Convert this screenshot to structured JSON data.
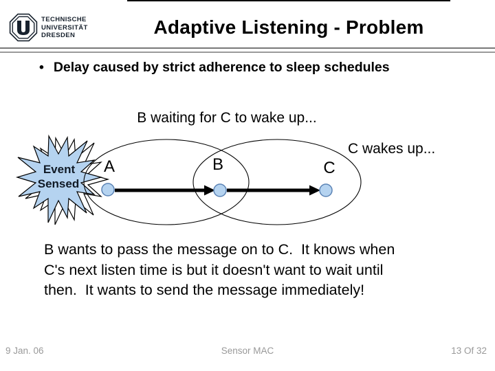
{
  "slide": {
    "logo": {
      "line1": "TECHNISCHE",
      "line2": "UNIVERSITÄT",
      "line3": "DRESDEN"
    },
    "title": "Adaptive Listening - Problem",
    "bullet": {
      "marker": "•",
      "text": "Delay caused by strict adherence to sleep schedules"
    },
    "captions": {
      "b_waiting": "B waiting for C to wake up...",
      "c_wakes": "C wakes up..."
    },
    "diagram": {
      "burst_line1": "Event",
      "burst_line2": "Sensed",
      "node_a_label": "A",
      "node_b_label": "B",
      "node_c_label": "C",
      "colors": {
        "node_fill": "#b5d3f0",
        "node_stroke": "#5b83b5",
        "burst_fill": "#b5d3f0",
        "burst_outline": "#000000",
        "burst_text": "#101a26",
        "ellipse_stroke": "#000000",
        "arrow": "#000000",
        "logo_navy": "#18222e",
        "footer_gray": "#999999"
      }
    },
    "paragraph": "B wants to pass the message on to C.  It knows when\nC's next listen time is but it doesn't want to wait until\nthen.  It wants to send the message immediately!",
    "footer": {
      "date": "9 Jan. 06",
      "center": "Sensor MAC",
      "page": "13 Of 32"
    }
  }
}
